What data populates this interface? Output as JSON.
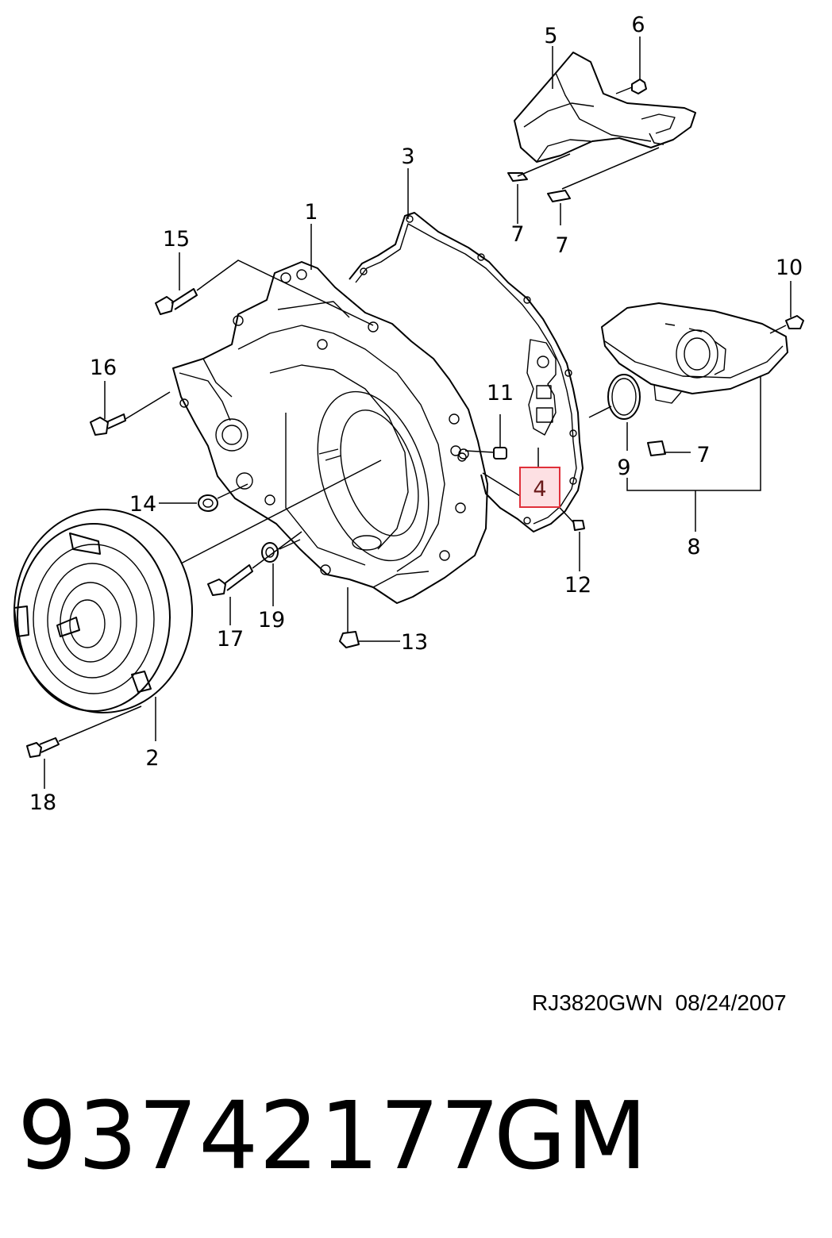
{
  "diagram": {
    "callouts": [
      {
        "id": "c1",
        "text": "1"
      },
      {
        "id": "c2",
        "text": "2"
      },
      {
        "id": "c3",
        "text": "3"
      },
      {
        "id": "c4",
        "text": "4",
        "highlighted": true
      },
      {
        "id": "c5",
        "text": "5"
      },
      {
        "id": "c6",
        "text": "6"
      },
      {
        "id": "c7a",
        "text": "7"
      },
      {
        "id": "c7b",
        "text": "7"
      },
      {
        "id": "c7c",
        "text": "7"
      },
      {
        "id": "c8",
        "text": "8"
      },
      {
        "id": "c9",
        "text": "9"
      },
      {
        "id": "c10",
        "text": "10"
      },
      {
        "id": "c11",
        "text": "11"
      },
      {
        "id": "c12",
        "text": "12"
      },
      {
        "id": "c13",
        "text": "13"
      },
      {
        "id": "c14",
        "text": "14"
      },
      {
        "id": "c15",
        "text": "15"
      },
      {
        "id": "c16",
        "text": "16"
      },
      {
        "id": "c17",
        "text": "17"
      },
      {
        "id": "c18",
        "text": "18"
      },
      {
        "id": "c19",
        "text": "19"
      }
    ],
    "highlight_color": "#e0303a"
  },
  "footer": {
    "drawing_ref": "RJ3820GWN  08/24/2007",
    "part_number": "93742177",
    "brand": "GM"
  }
}
